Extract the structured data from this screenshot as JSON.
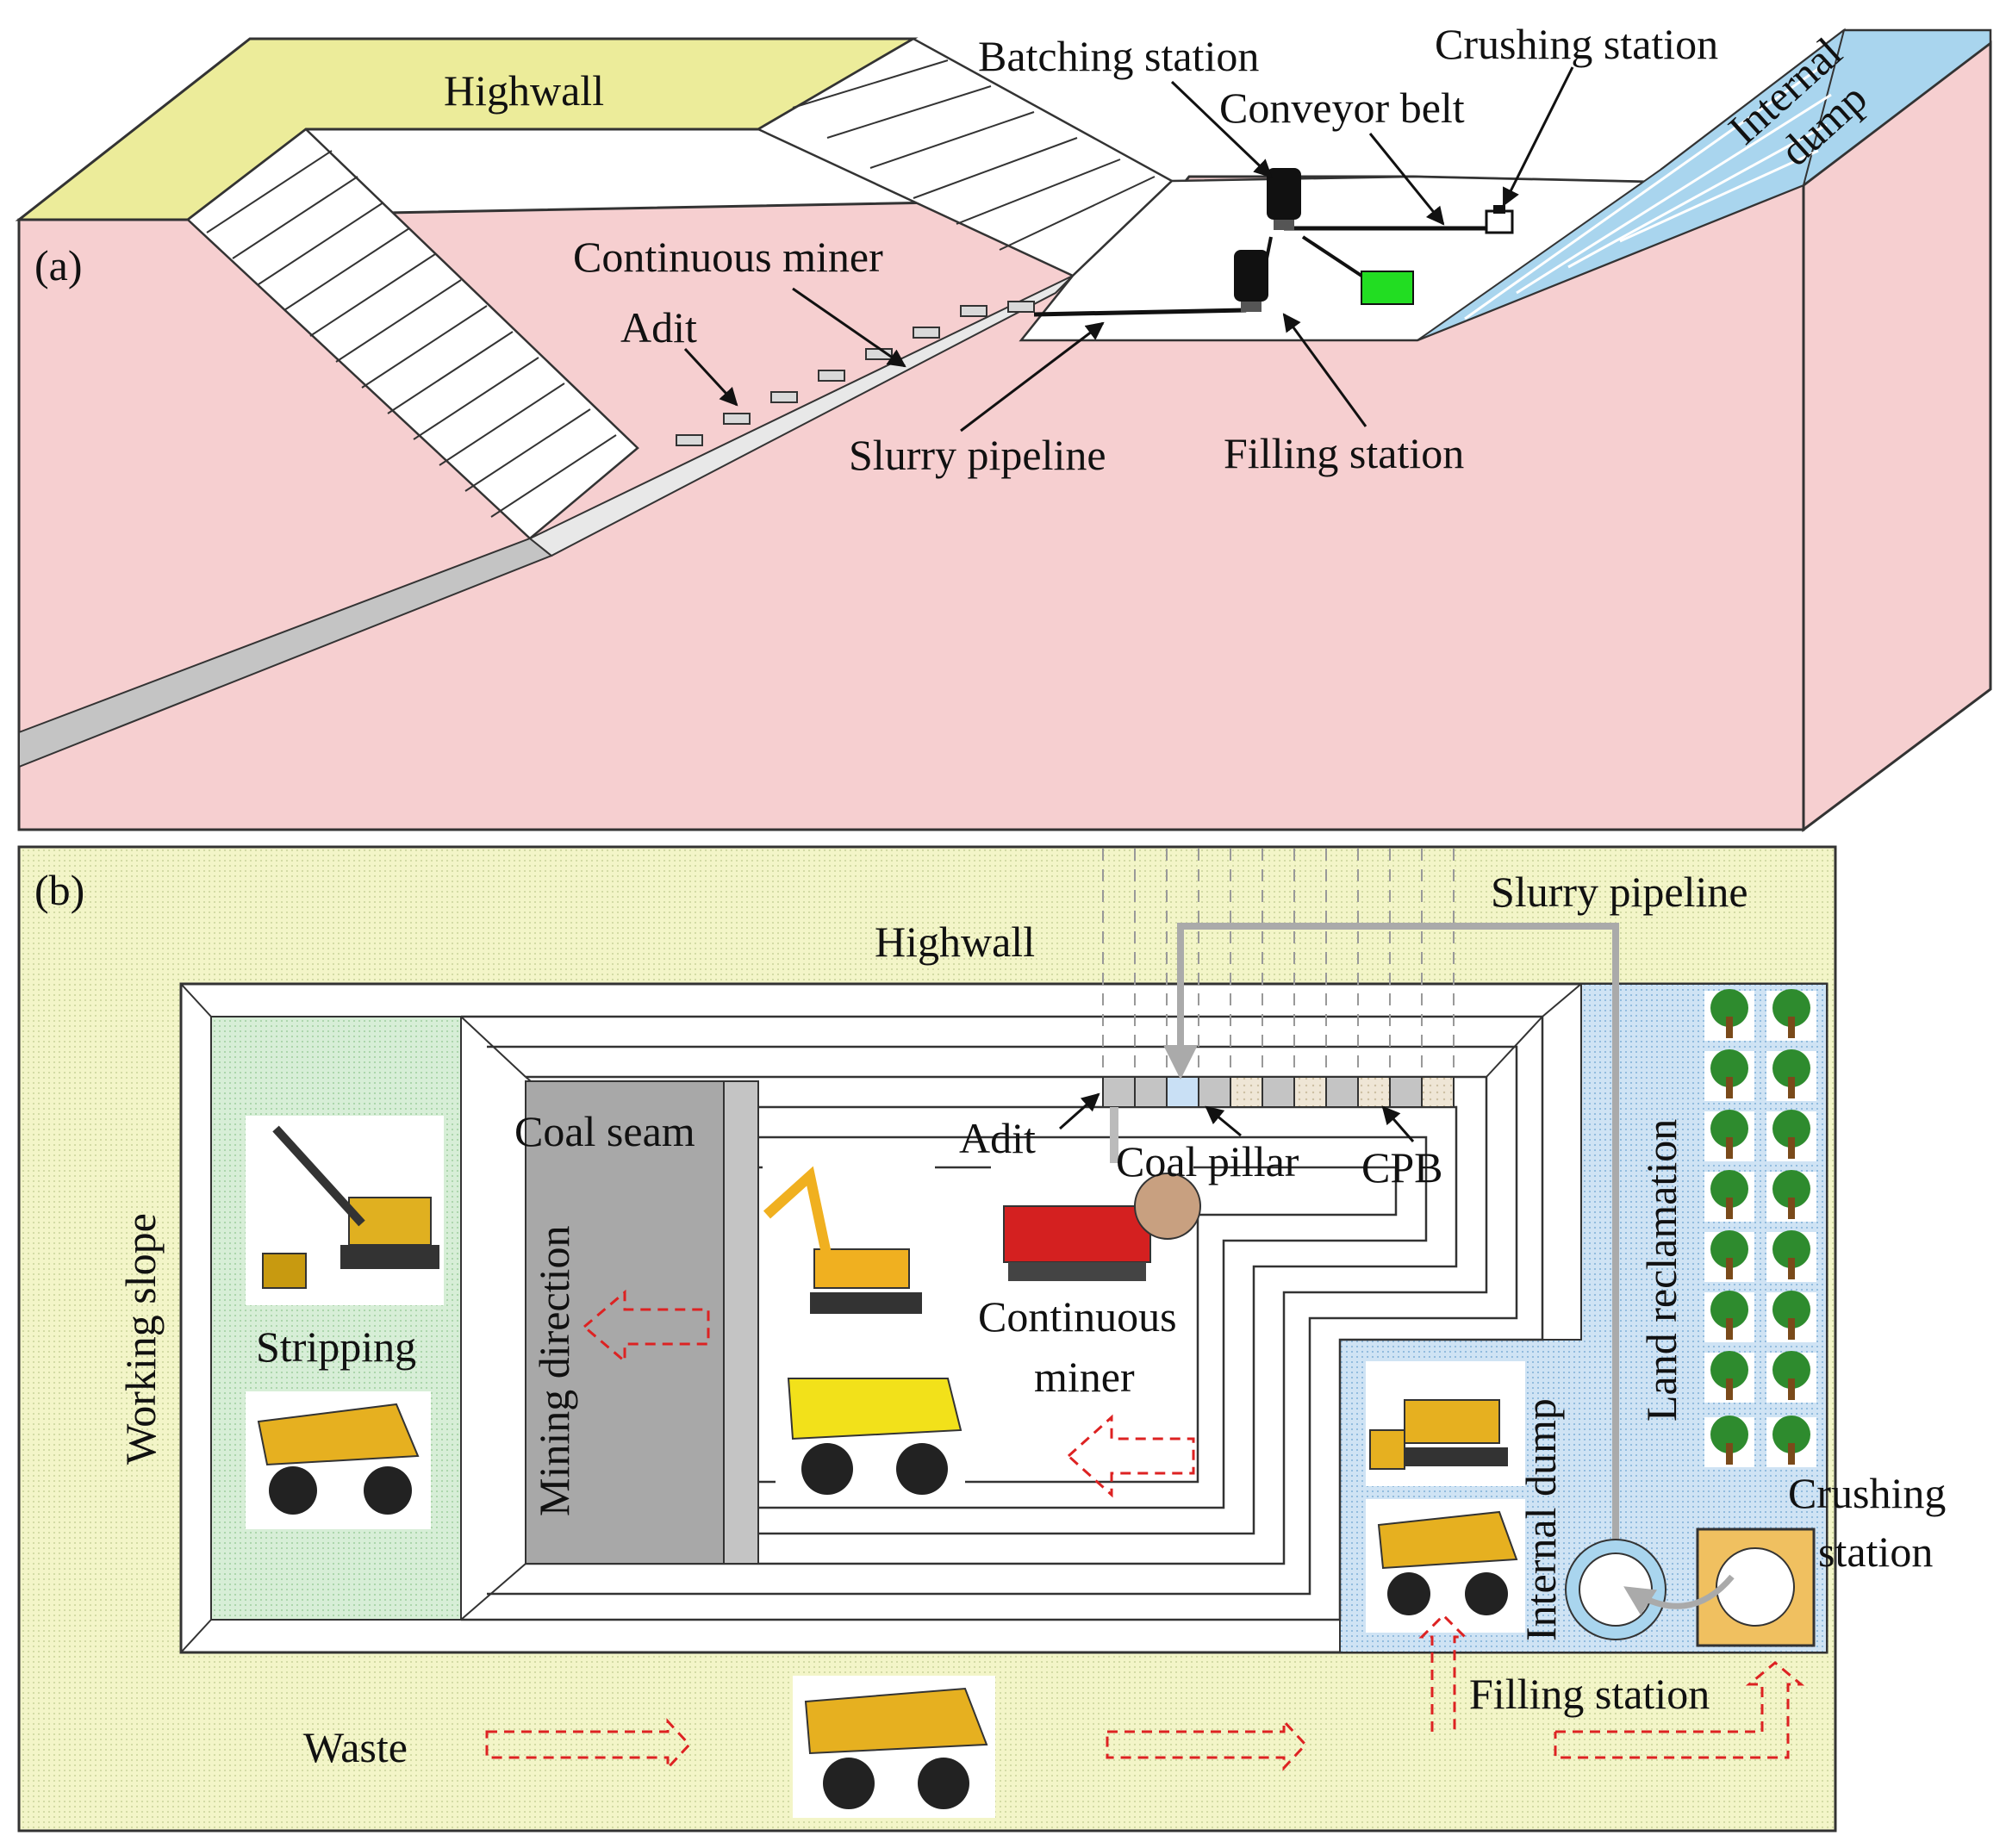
{
  "panel_a": {
    "tag": "(a)",
    "labels": {
      "highwall": "Highwall",
      "batching_station": "Batching station",
      "crushing_station": "Crushing station",
      "conveyor_belt": "Conveyor belt",
      "internal_dump_1": "Internal",
      "internal_dump_2": "dump",
      "continuous_miner": "Continuous miner",
      "adit": "Adit",
      "slurry_pipeline": "Slurry pipeline",
      "filling_station": "Filling station"
    }
  },
  "panel_b": {
    "tag": "(b)",
    "labels": {
      "slurry_pipeline": "Slurry pipeline",
      "highwall": "Highwall",
      "coal_seam": "Coal seam",
      "adit": "Adit",
      "coal_pillar": "Coal pillar",
      "cpb": "CPB",
      "working_slope": "Working slope",
      "stripping": "Stripping",
      "mining_direction": "Mining direction",
      "continuous_miner_1": "Continuous",
      "continuous_miner_2": "miner",
      "land_reclamation": "Land reclamation",
      "internal_dump": "Internal dump",
      "crushing_station_1": "Crushing",
      "crushing_station_2": "station",
      "filling_station": "Filling station",
      "waste": "Waste"
    }
  },
  "colors": {
    "rock_pink": "#f6cfd0",
    "highwall_yellow": "#ecec9a",
    "dump_blue": "#a9d5ee",
    "field_green_yellow": "#f1f3c2",
    "stripping_green": "#d2ebd2",
    "coal_gray": "#c4c4c4",
    "station_green": "#22dd22",
    "crusher_tan": "#f0c060",
    "arrow_red": "#dd2222",
    "pipe_gray": "#aaaaaa"
  }
}
